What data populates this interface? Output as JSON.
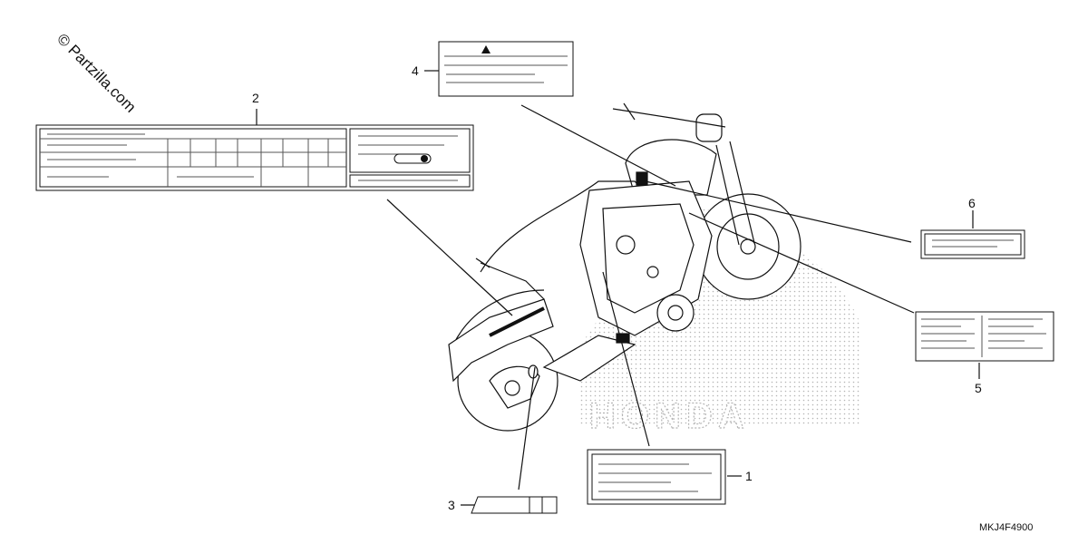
{
  "diagram": {
    "code": "MKJ4F4900",
    "watermark": "© Partzilla.com",
    "brand": "HONDA",
    "colors": {
      "ink": "#111111",
      "dots": "#b5b5b5",
      "paper": "#ffffff"
    },
    "callouts": [
      {
        "id": "1",
        "label": "1"
      },
      {
        "id": "2",
        "label": "2"
      },
      {
        "id": "3",
        "label": "3"
      },
      {
        "id": "4",
        "label": "4"
      },
      {
        "id": "5",
        "label": "5"
      },
      {
        "id": "6",
        "label": "6"
      }
    ]
  }
}
